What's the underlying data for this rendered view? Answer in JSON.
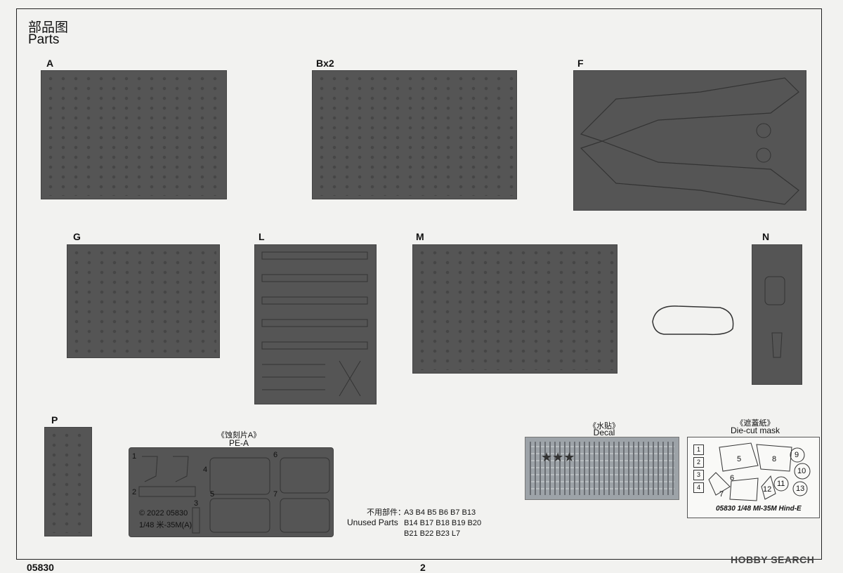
{
  "header": {
    "title_cn": "部品图",
    "title_en": "Parts"
  },
  "sprues": {
    "A": "A",
    "B": "Bx2",
    "F": "F",
    "G": "G",
    "L": "L",
    "M": "M",
    "N": "N",
    "P": "P"
  },
  "pe": {
    "title_cn": "《蚀刻片A》",
    "title_en": "PE-A",
    "copyright": "© 2022  05830",
    "scale": "1/48  米-35M(A)",
    "nums": [
      "1",
      "2",
      "3",
      "4",
      "5",
      "6",
      "7"
    ]
  },
  "decal": {
    "title_cn": "《水贴》",
    "title_en": "Decal"
  },
  "mask": {
    "title_cn": "《遮蓋紙》",
    "title_en": "Die-cut mask",
    "caption": "05830  1/48   MI-35M Hind-E",
    "nums": [
      "1",
      "2",
      "3",
      "4",
      "5",
      "6",
      "7",
      "8",
      "9",
      "10",
      "11",
      "12",
      "13"
    ]
  },
  "unused": {
    "label_cn": "不用部件：",
    "label_en": "Unused Parts",
    "lines": [
      "A3  B4  B5  B6  B7  B13",
      "B14 B17 B18 B19 B20",
      "B21 B22 B23 L7"
    ]
  },
  "footer": {
    "code": "05830",
    "page": "2"
  },
  "watermark": "HOBBY SEARCH"
}
